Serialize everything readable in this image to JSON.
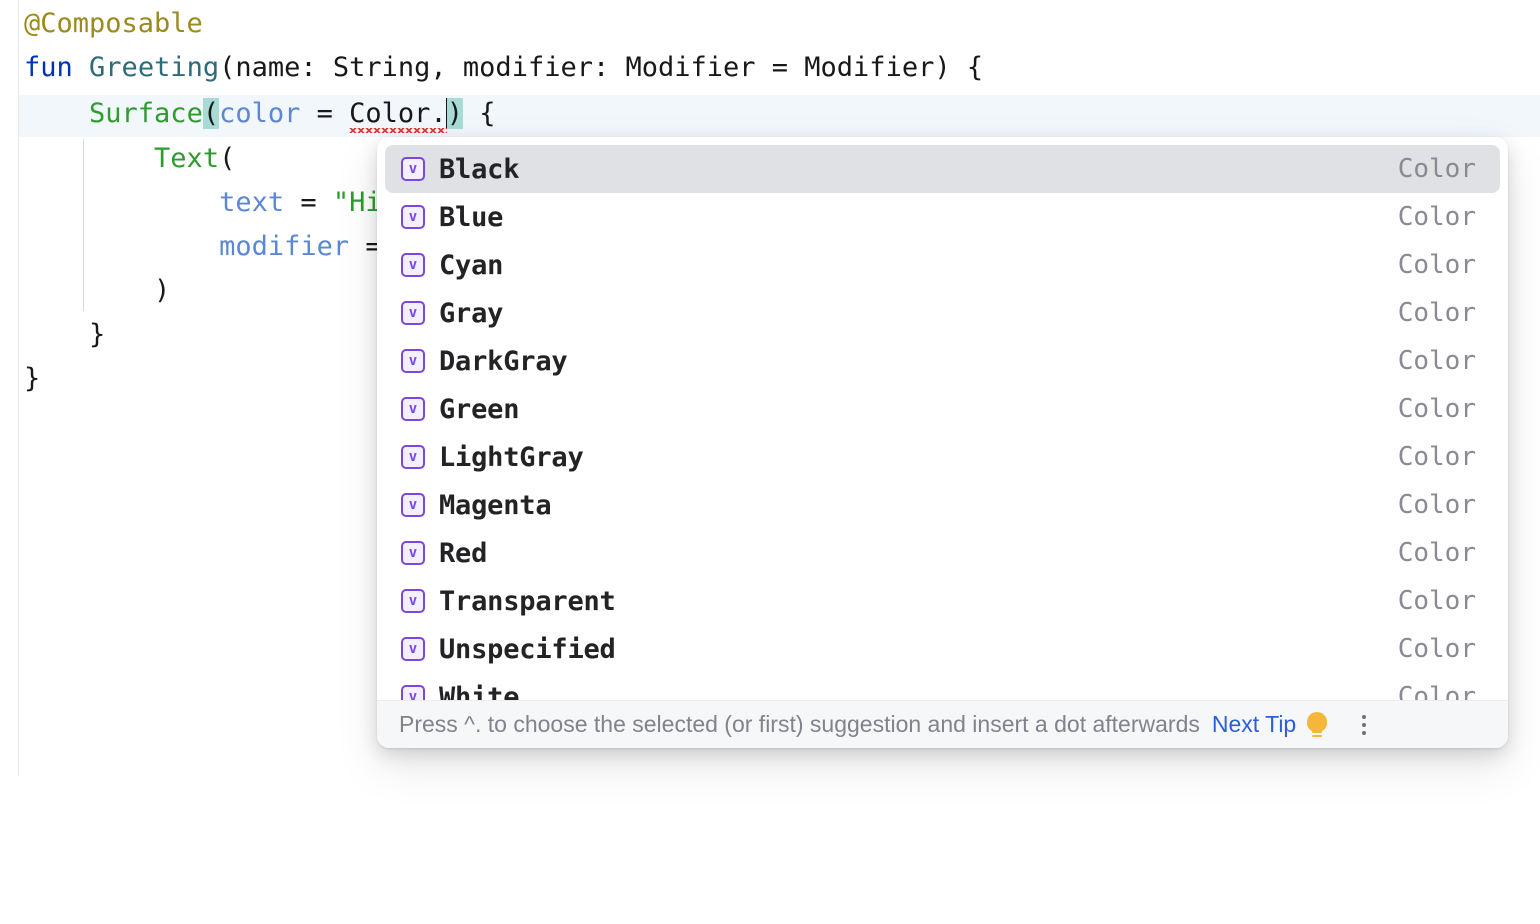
{
  "editor": {
    "lines": [
      {
        "id": "line-annotation",
        "text": "@Composable"
      },
      {
        "id": "line-fun-decl",
        "text": "fun Greeting(name: String, modifier: Modifier = Modifier) {"
      },
      {
        "id": "line-surface",
        "text": "    Surface(color = Color.) {"
      },
      {
        "id": "line-text-call",
        "text": "        Text("
      },
      {
        "id": "line-text-arg",
        "text": "            text = \"Hi,"
      },
      {
        "id": "line-modifier-arg",
        "text": "            modifier = "
      },
      {
        "id": "line-close-paren",
        "text": "        )"
      },
      {
        "id": "line-close-brace-inner",
        "text": "    }"
      },
      {
        "id": "line-close-brace-outer",
        "text": "}"
      }
    ],
    "tokens": {
      "annotation": "@Composable",
      "kw_fun": "fun",
      "fn_greeting": "Greeting",
      "fn_signature": "(name: String, modifier: Modifier = Modifier) {",
      "fn_surface": "Surface",
      "paren_open": "(",
      "param_color": "color",
      "equals": " = ",
      "receiver": "Color.",
      "paren_close": ")",
      "brace_open": " {",
      "fn_text": "Text",
      "param_text": "text",
      "string_hi": "\"Hi,",
      "param_modifier": "modifier",
      "equals_plain": " = ",
      "close_paren": ")",
      "close_brace_inner": "}",
      "close_brace_outer": "}"
    }
  },
  "completion": {
    "type_column_header": "Color",
    "icon_glyph": "v",
    "icon_name": "value-kind-icon",
    "items": [
      {
        "label": "Black",
        "type": "Color",
        "selected": true
      },
      {
        "label": "Blue",
        "type": "Color",
        "selected": false
      },
      {
        "label": "Cyan",
        "type": "Color",
        "selected": false
      },
      {
        "label": "Gray",
        "type": "Color",
        "selected": false
      },
      {
        "label": "DarkGray",
        "type": "Color",
        "selected": false
      },
      {
        "label": "Green",
        "type": "Color",
        "selected": false
      },
      {
        "label": "LightGray",
        "type": "Color",
        "selected": false
      },
      {
        "label": "Magenta",
        "type": "Color",
        "selected": false
      },
      {
        "label": "Red",
        "type": "Color",
        "selected": false
      },
      {
        "label": "Transparent",
        "type": "Color",
        "selected": false
      },
      {
        "label": "Unspecified",
        "type": "Color",
        "selected": false
      },
      {
        "label": "White",
        "type": "Color",
        "selected": false
      }
    ]
  },
  "tip_bar": {
    "message": "Press ^. to choose the selected (or first) suggestion and insert a dot afterwards",
    "next_tip_label": "Next Tip",
    "bulb_icon": "lightbulb-icon",
    "more_icon": "kebab-menu-icon"
  },
  "colors": {
    "annotation": "#9A8A1F",
    "keyword": "#0033B3",
    "function_declaration": "#2E6B7A",
    "function_call": "#2E9B2E",
    "named_parameter": "#5C87D6",
    "string": "#2E9B2E",
    "bracket_match_highlight": "#A8DBD4",
    "error_squiggle": "#E23B3B",
    "current_line": "#F2F7FC",
    "selection_row": "#DFE1E5",
    "icon_purple": "#7B47E0",
    "link_blue": "#2B5FD9",
    "bulb_orange": "#F6B63C",
    "type_text": "#8A8A95"
  }
}
